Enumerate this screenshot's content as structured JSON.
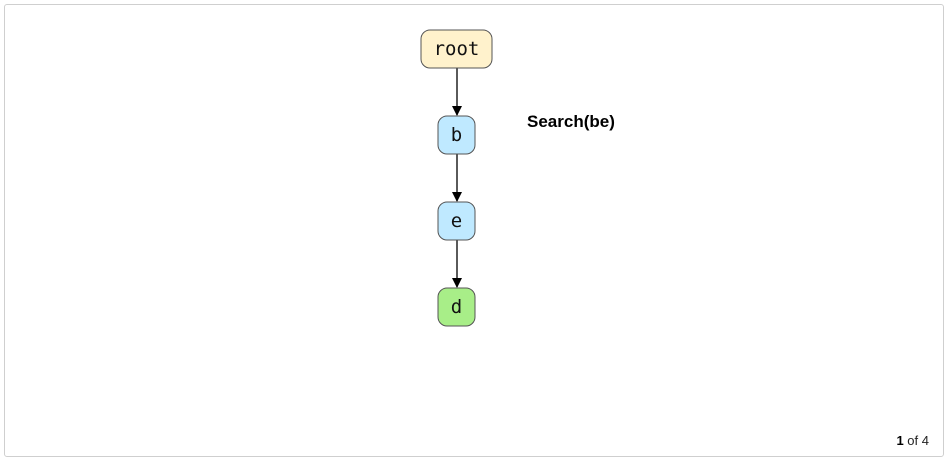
{
  "diagram": {
    "nodes": [
      {
        "id": "root",
        "label": "root",
        "color": "#fff2cc"
      },
      {
        "id": "b",
        "label": "b",
        "color": "#bfe9ff"
      },
      {
        "id": "e",
        "label": "e",
        "color": "#bfe9ff"
      },
      {
        "id": "d",
        "label": "d",
        "color": "#a8ee88"
      }
    ],
    "edges": [
      {
        "from": "root",
        "to": "b"
      },
      {
        "from": "b",
        "to": "e"
      },
      {
        "from": "e",
        "to": "d"
      }
    ],
    "caption": "Search(be)"
  },
  "pager": {
    "current": "1",
    "separator": "of",
    "total": "4"
  }
}
